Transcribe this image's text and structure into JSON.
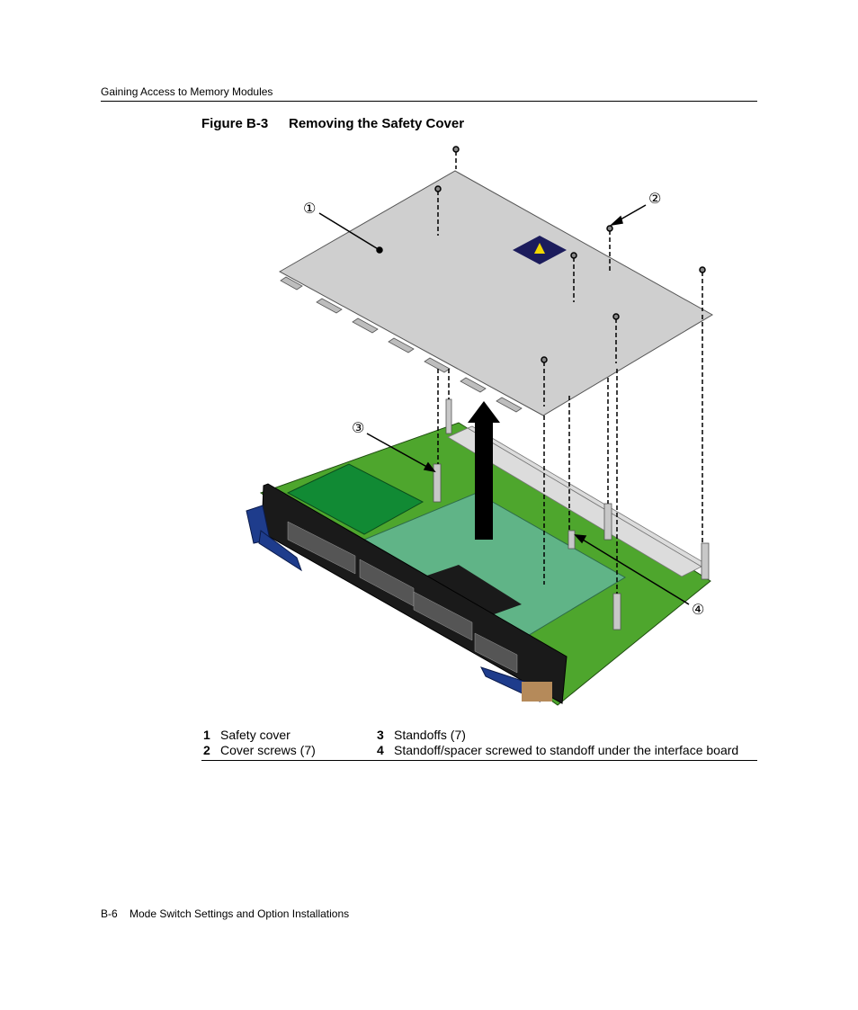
{
  "header": {
    "running_head": "Gaining Access to Memory Modules"
  },
  "figure": {
    "number": "Figure B-3",
    "title": "Removing the Safety Cover",
    "callouts": [
      "①",
      "②",
      "③",
      "④"
    ],
    "colors": {
      "cover": "#cfcfcf",
      "board": "#4ea62d",
      "interface_board": "#60b487",
      "faceplate": "#1a1a1a",
      "handle": "#1e3c8c",
      "warning": "#1c1c5c"
    }
  },
  "legend": [
    {
      "num": "1",
      "text": "Safety cover"
    },
    {
      "num": "2",
      "text": "Cover screws (7)"
    },
    {
      "num": "3",
      "text": "Standoffs (7)"
    },
    {
      "num": "4",
      "text": "Standoff/spacer screwed to standoff under the interface board"
    }
  ],
  "footer": {
    "page": "B-6",
    "title": "Mode Switch Settings and Option Installations"
  }
}
